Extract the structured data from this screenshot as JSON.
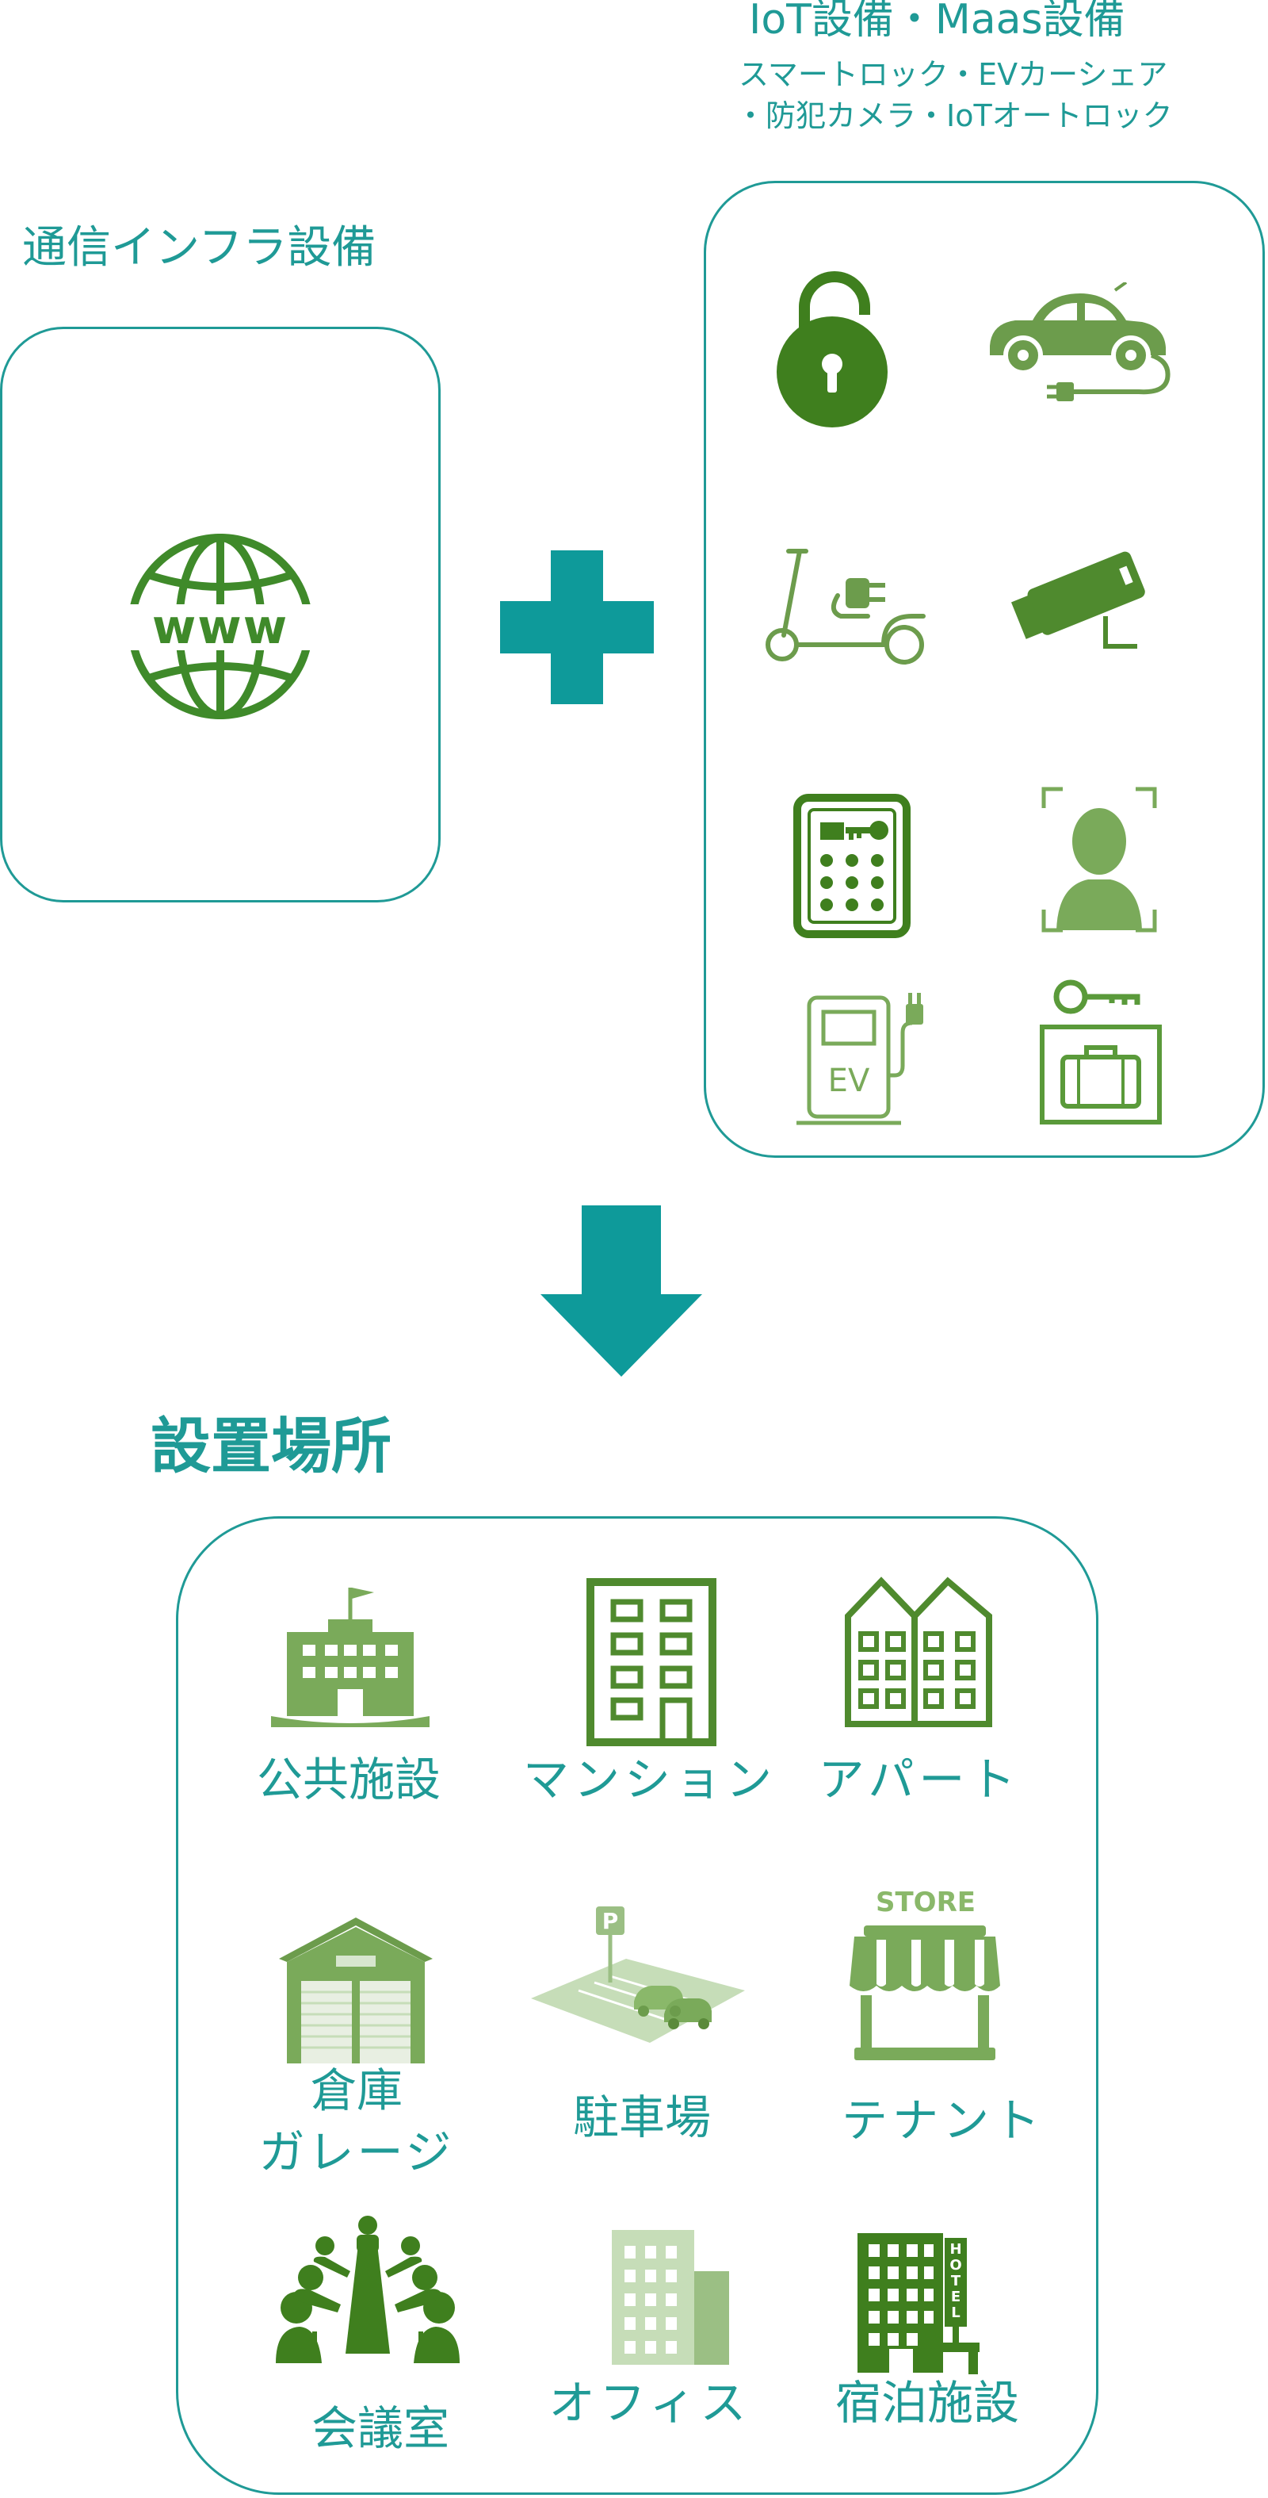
{
  "infra": {
    "title": "通信インフラ設備"
  },
  "iot": {
    "title": "IoT設備・Maas設備",
    "subtitle_line1": "スマートロック・EVカーシェア",
    "subtitle_line2": "・防犯カメラ・IoTオートロック",
    "icons": [
      "padlock-icon",
      "ev-car-icon",
      "e-scooter-icon",
      "security-camera-icon",
      "keypad-lock-icon",
      "face-recognition-icon",
      "ev-charger-icon",
      "key-locker-icon"
    ],
    "ev_label": "EV"
  },
  "locations": {
    "title": "設置場所",
    "items": [
      {
        "label": "公共施設"
      },
      {
        "label": "マンション"
      },
      {
        "label": "アパート"
      },
      {
        "label_line1": "倉庫",
        "label_line2": "ガレージ"
      },
      {
        "label": "駐車場"
      },
      {
        "label": "テナント"
      },
      {
        "label": "会議室"
      },
      {
        "label": "オフィス"
      },
      {
        "label": "宿泊施設"
      }
    ],
    "store_sign": "STORE",
    "hotel_sign": "HOTEL"
  },
  "colors": {
    "teal": "#1f9a96",
    "plus_arrow": "#0e9a9a",
    "green_dark": "#3f7f1e",
    "green_mid": "#5a9a3a",
    "green_light": "#8ab86a",
    "green_pale": "#c6ddb8"
  }
}
